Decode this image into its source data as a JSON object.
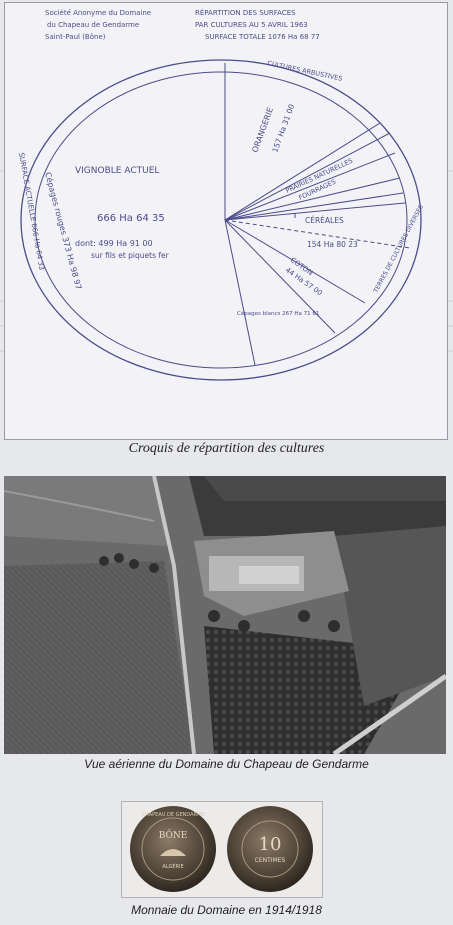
{
  "sketch": {
    "header_left": [
      "Société Anonyme du Domaine",
      "du Chapeau de Gendarme",
      "Saint-Paul (Bône)"
    ],
    "header_right": [
      "RÉPARTITION DES SURFACES",
      "PAR CULTURES AU 5 AVRIL 1963",
      "SURFACE TOTALE 1076 Ha 68 77"
    ],
    "left_title": "VIGNOBLE ACTUEL",
    "left_total": "666 Ha 64 35",
    "left_dont": "dont: 499 Ha 91 00",
    "left_fils": "sur fils et piquets fer",
    "cepages_rouges": "Cépages rouges 373 Ha 98 97",
    "surface_actuelle": "SURFACE ACTUELLE 666 Ha 64 33",
    "cultures_arbustives": "CULTURES ARBUSTIVES",
    "orangerie": "ORANGERIE",
    "orangerie_value": "157 Ha 31 00",
    "prairies": "PRAIRIES NATURELLES",
    "prairies_sub": "FOURRAGES",
    "cereales": "CÉRÉALES",
    "cereales_value": "154 Ha 80 23",
    "coton": "COTON",
    "coton_value": "44 Ha 57 00",
    "cepages_blancs": "Cépages blancs 267 Ha 71 61",
    "terres_cultures": "TERRES DE CULTURES DIVERSES",
    "caption": "Croquis de répartition des cultures"
  },
  "aerial": {
    "caption": "Vue aérienne du Domaine du Chapeau de Gendarme"
  },
  "coins": {
    "left_text": "BÔNE",
    "left_sub": "ALGÉRIE",
    "left_ring": "CHAPEAU DE GENDARME",
    "right_value": "10",
    "right_unit": "CENTIMES",
    "caption": "Monnaie du Domaine en 1914/1918"
  },
  "colors": {
    "ink": "#4b4d8a",
    "page": "#e7e8ec",
    "photo_dark": "#3e3e3e"
  }
}
